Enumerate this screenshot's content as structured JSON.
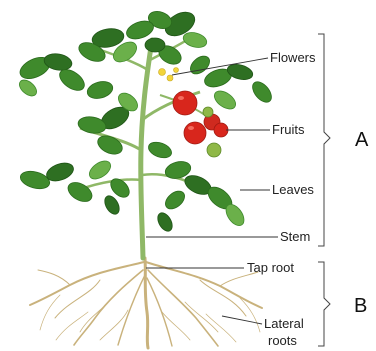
{
  "labels": {
    "flowers": "Flowers",
    "fruits": "Fruits",
    "leaves": "Leaves",
    "stem": "Stem",
    "tap_root": "Tap root",
    "lateral_roots_line1": "Lateral",
    "lateral_roots_line2": "roots"
  },
  "groups": {
    "shoot": "A",
    "root": "B"
  },
  "colors": {
    "leaf": "#3f8a2c",
    "stem": "#8fb867",
    "fruit": "#d8261c",
    "unripe_fruit": "#8fb847",
    "root": "#c9b27c"
  }
}
